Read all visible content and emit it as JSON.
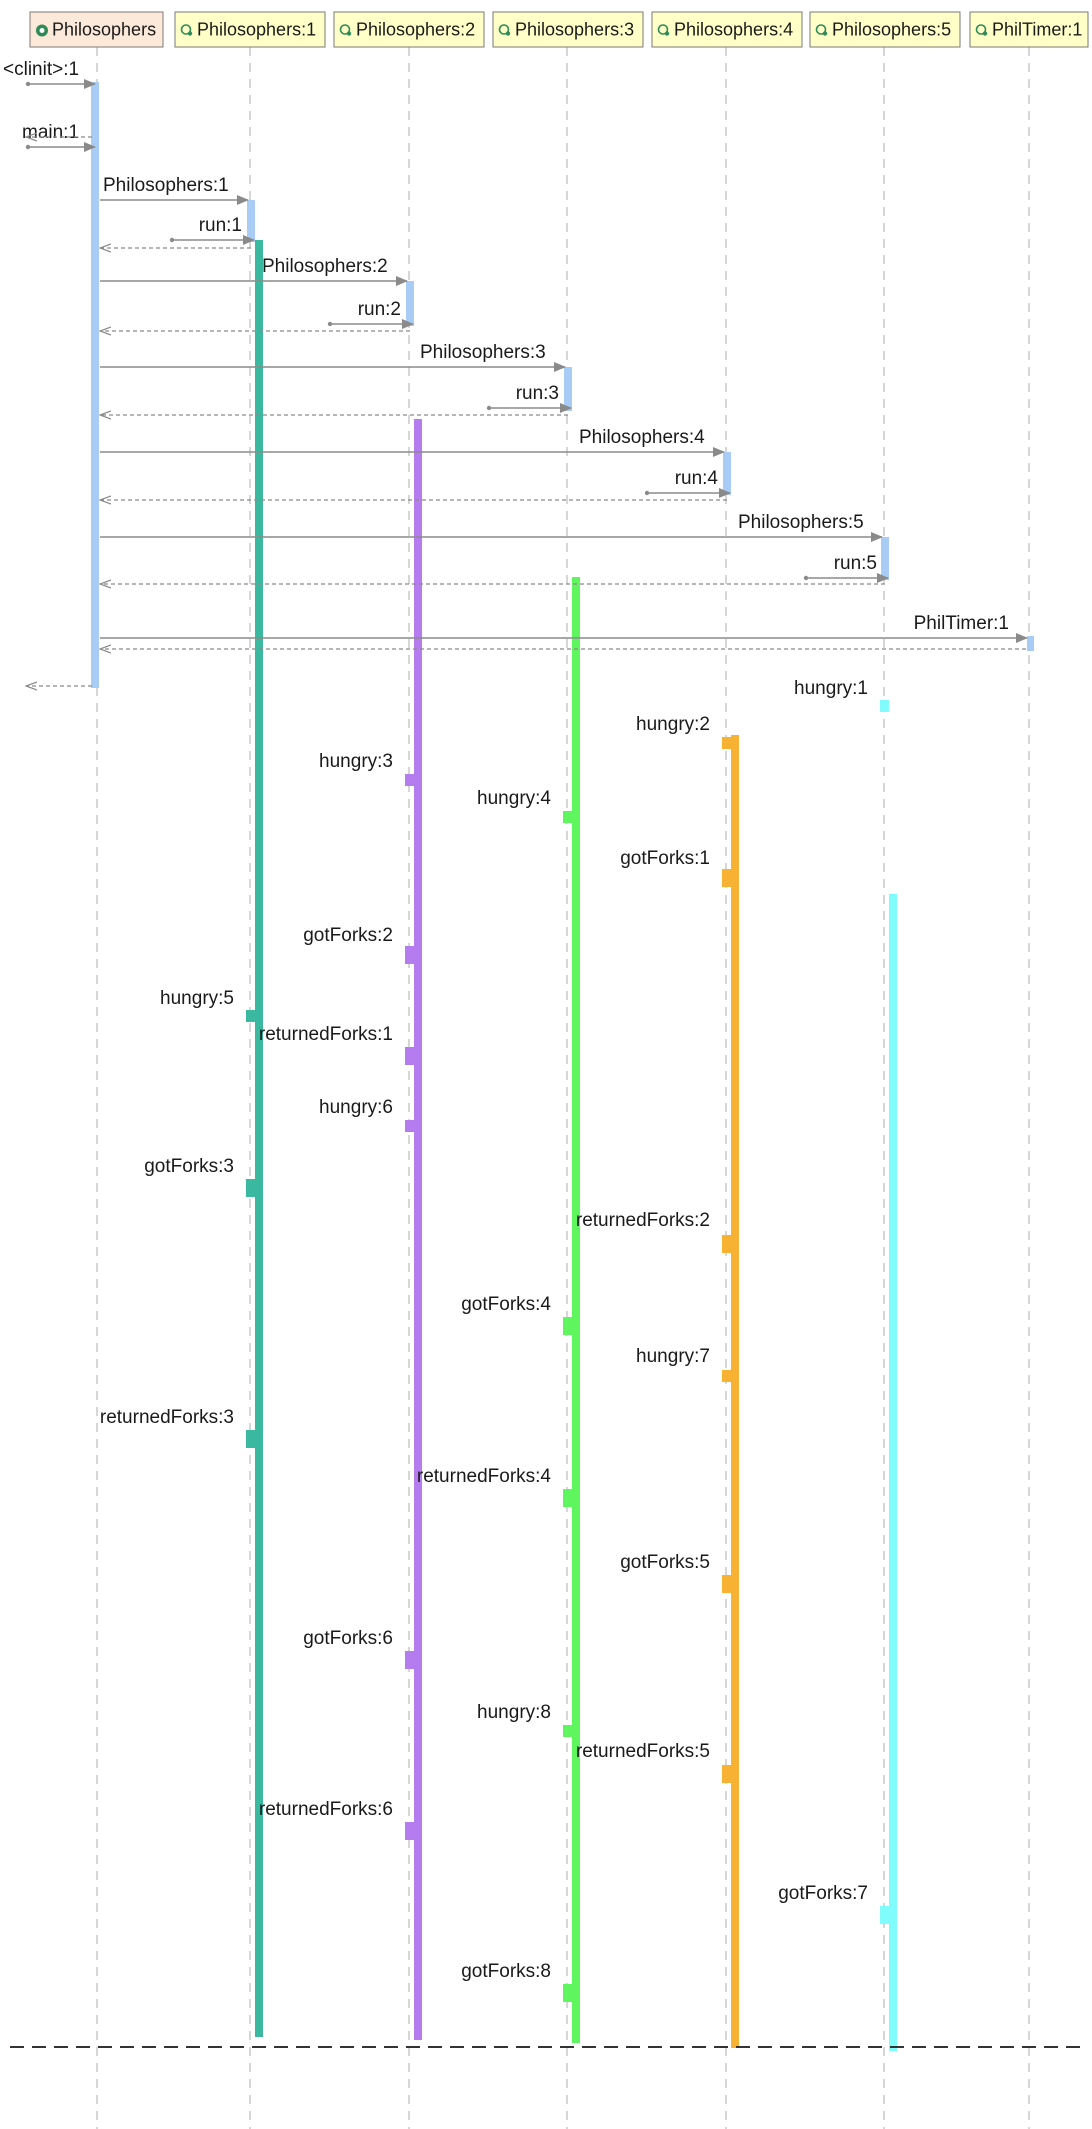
{
  "colors": {
    "main_activation": "#a8ccf5",
    "lifeline": "#c9c9c9",
    "arrow": "#8a8a8a",
    "header_fill": "#ffffc8",
    "header_main_fill": "#fde9d9",
    "icon": "#2e8b57",
    "divider": "#333333"
  },
  "lifelines": [
    {
      "id": "main",
      "label": "Philosophers",
      "icon": "class-icon",
      "color": "#a8ccf5"
    },
    {
      "id": "p1",
      "label": "Philosophers:1",
      "icon": "object-icon",
      "color": "#3bb8a0"
    },
    {
      "id": "p2",
      "label": "Philosophers:2",
      "icon": "object-icon",
      "color": "#b57cf0"
    },
    {
      "id": "p3",
      "label": "Philosophers:3",
      "icon": "object-icon",
      "color": "#5ff55f"
    },
    {
      "id": "p4",
      "label": "Philosophers:4",
      "icon": "object-icon",
      "color": "#f7b234"
    },
    {
      "id": "p5",
      "label": "Philosophers:5",
      "icon": "object-icon",
      "color": "#80fcfc"
    },
    {
      "id": "timer",
      "label": "PhilTimer:1",
      "icon": "object-icon",
      "color": "#a8ccf5"
    }
  ],
  "messages": [
    {
      "label": "<clinit>:1",
      "type": "found",
      "to": "main"
    },
    {
      "label": "main:1",
      "type": "found",
      "to": "main"
    },
    {
      "label": "Philosophers:1",
      "type": "call",
      "from": "main",
      "to": "p1"
    },
    {
      "label": "run:1",
      "type": "found",
      "to": "p1"
    },
    {
      "label": "Philosophers:2",
      "type": "call",
      "from": "main",
      "to": "p2"
    },
    {
      "label": "run:2",
      "type": "found",
      "to": "p2"
    },
    {
      "label": "Philosophers:3",
      "type": "call",
      "from": "main",
      "to": "p3"
    },
    {
      "label": "run:3",
      "type": "found",
      "to": "p3"
    },
    {
      "label": "Philosophers:4",
      "type": "call",
      "from": "main",
      "to": "p4"
    },
    {
      "label": "run:4",
      "type": "found",
      "to": "p4"
    },
    {
      "label": "Philosophers:5",
      "type": "call",
      "from": "main",
      "to": "p5"
    },
    {
      "label": "run:5",
      "type": "found",
      "to": "p5"
    },
    {
      "label": "PhilTimer:1",
      "type": "call",
      "from": "main",
      "to": "timer"
    }
  ],
  "events": [
    {
      "label": "hungry:1",
      "on": "p5"
    },
    {
      "label": "hungry:2",
      "on": "p4"
    },
    {
      "label": "hungry:3",
      "on": "p2"
    },
    {
      "label": "hungry:4",
      "on": "p3"
    },
    {
      "label": "gotForks:1",
      "on": "p4"
    },
    {
      "label": "gotForks:2",
      "on": "p2"
    },
    {
      "label": "hungry:5",
      "on": "p1"
    },
    {
      "label": "returnedForks:1",
      "on": "p2"
    },
    {
      "label": "hungry:6",
      "on": "p2"
    },
    {
      "label": "gotForks:3",
      "on": "p1"
    },
    {
      "label": "returnedForks:2",
      "on": "p4"
    },
    {
      "label": "gotForks:4",
      "on": "p3"
    },
    {
      "label": "hungry:7",
      "on": "p4"
    },
    {
      "label": "returnedForks:3",
      "on": "p1"
    },
    {
      "label": "returnedForks:4",
      "on": "p3"
    },
    {
      "label": "gotForks:5",
      "on": "p4"
    },
    {
      "label": "gotForks:6",
      "on": "p2"
    },
    {
      "label": "hungry:8",
      "on": "p3"
    },
    {
      "label": "returnedForks:5",
      "on": "p4"
    },
    {
      "label": "returnedForks:6",
      "on": "p2"
    },
    {
      "label": "gotForks:7",
      "on": "p5"
    },
    {
      "label": "gotForks:8",
      "on": "p3"
    }
  ]
}
